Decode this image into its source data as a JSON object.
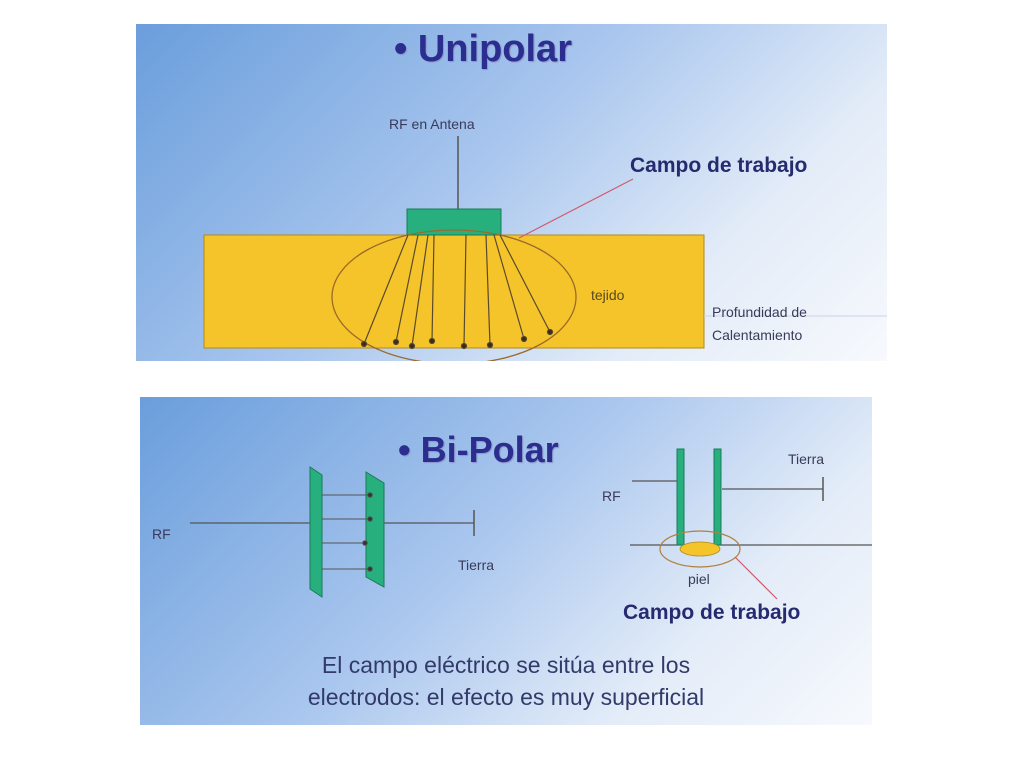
{
  "unipolar": {
    "title": "• Unipolar",
    "antenna_label": "RF en Antena",
    "field_label": "Campo de trabajo",
    "tissue_label": "tejido",
    "depth_label_line1": "Profundidad de",
    "depth_label_line2": "Calentamiento"
  },
  "bipolar": {
    "title": "• Bi-Polar",
    "rf_left_label": "RF",
    "ground_left_label": "Tierra",
    "rf_right_label": "RF",
    "ground_right_label": "Tierra",
    "skin_label": "piel",
    "field_label": "Campo de trabajo",
    "caption_line1": "El campo eléctrico se sitúa entre los",
    "caption_line2": "electrodos: el efecto es muy superficial"
  },
  "colors": {
    "tissue": "#f5c42a",
    "electrode": "#27b07e",
    "title_text": "#2b2e8f",
    "pointer_line": "#d05a6a"
  }
}
